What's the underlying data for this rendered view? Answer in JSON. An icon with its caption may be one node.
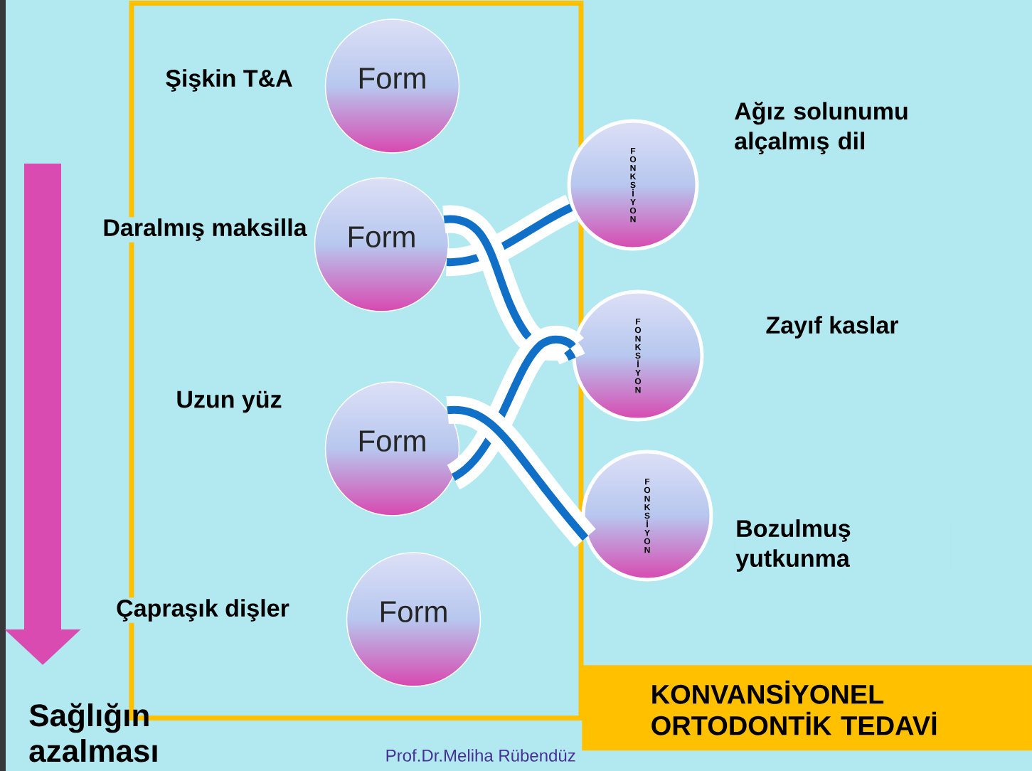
{
  "diagram": {
    "nodes": [
      {
        "text": [],
        "shape": "box"
      },
      {
        "text": [
          "Form"
        ],
        "in": 0,
        "beside": [
          "Şişkin T&A"
        ]
      },
      {
        "text": [
          "Form"
        ],
        "in": 0,
        "beside": [
          "Daralmış maksilla"
        ]
      },
      {
        "text": [
          "Form"
        ],
        "in": 0,
        "beside": [
          "Uzun yüz"
        ]
      },
      {
        "text": [
          "Form"
        ],
        "in": 0,
        "beside": [
          "Çapraşık dişler"
        ]
      },
      {
        "text": [
          "FONKSİYON"
        ],
        "beside": [
          "Ağız solunumu alçalmış dil"
        ]
      },
      {
        "text": [
          "FONKSİYON"
        ],
        "beside": [
          "Zayıf kaslar"
        ]
      },
      {
        "text": [
          "FONKSİYON"
        ],
        "beside": [
          "Bozulmuş yutkunma"
        ]
      },
      {
        "text": [
          "KONVANSİYONEL ORTODONTİK TEDAVİ"
        ]
      }
    ],
    "edges": [
      {
        "from": 2,
        "to": 5,
        "arrow": "none"
      },
      {
        "from": 2,
        "to": 6,
        "arrow": "none"
      },
      {
        "from": 3,
        "to": 6,
        "arrow": "none"
      },
      {
        "from": 3,
        "to": 7,
        "arrow": "none"
      }
    ],
    "labels": [
      "Sağlığın azalması",
      "Prof.Dr.Meliha Rübendüz"
    ]
  }
}
